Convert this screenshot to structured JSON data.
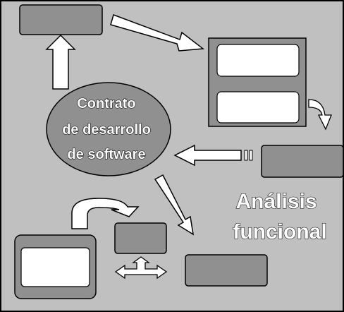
{
  "diagram": {
    "center_label": {
      "lines": [
        "Contrato",
        "de desarrollo",
        "de software"
      ]
    },
    "side_label": {
      "lines": [
        "Análisis",
        "funcional"
      ]
    },
    "colors": {
      "background": "#c0c0c0",
      "box_fill": "#909090",
      "panel_fill": "#ffffff",
      "arrow_fill": "#ffffff",
      "stroke": "#000000"
    }
  }
}
